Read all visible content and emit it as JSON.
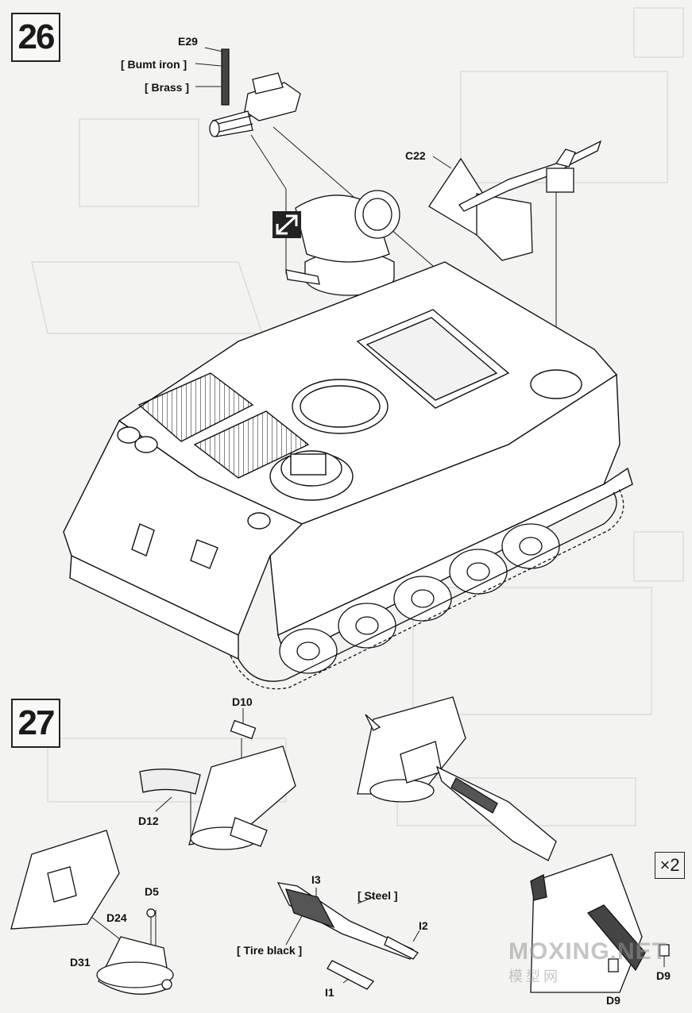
{
  "steps": {
    "step_26": {
      "number": "26",
      "labels": {
        "e29": "E29",
        "burnt_iron": "[ Bumt iron ]",
        "brass": "[ Brass ]",
        "c22": "C22"
      }
    },
    "step_27": {
      "number": "27",
      "labels": {
        "d10": "D10",
        "d12": "D12",
        "d5": "D5",
        "d24": "D24",
        "d31": "D31",
        "i3": "I3",
        "steel": "[ Steel ]",
        "tire_black": "[ Tire black ]",
        "i2": "I2",
        "i1": "I1",
        "d9_left": "D9",
        "d9_right": "D9"
      },
      "multiplier": "×2"
    }
  },
  "watermark": {
    "latin": "MOXING.NET",
    "cjk": "模型网"
  },
  "colors": {
    "paper": "#f3f3f1",
    "line": "#1a1a1a",
    "ghost": "#c9c9c6"
  }
}
